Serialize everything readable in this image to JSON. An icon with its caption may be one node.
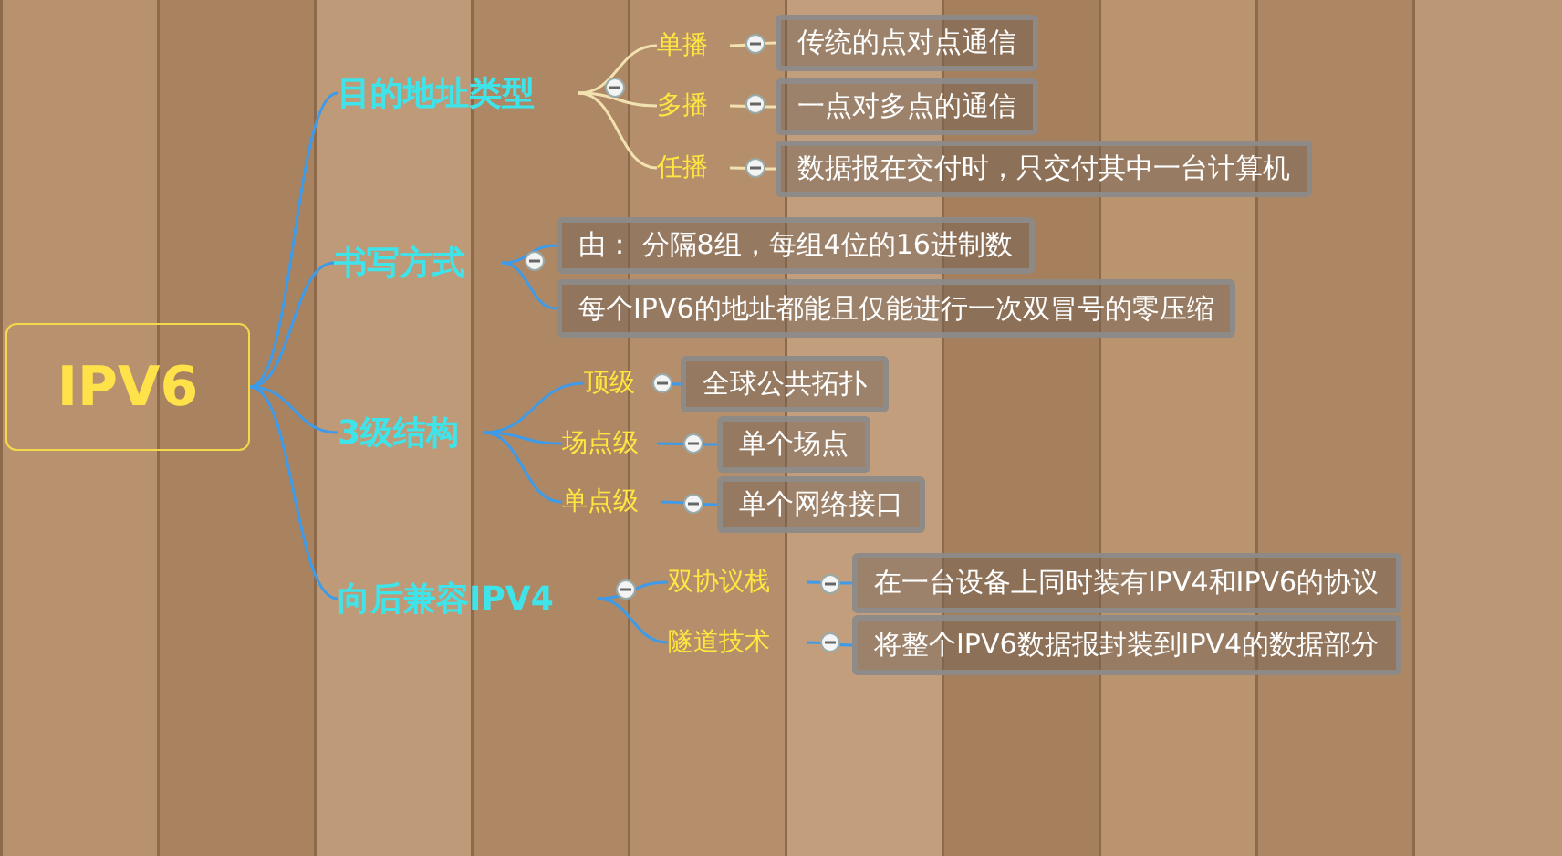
{
  "diagram": {
    "nodes": [
      {
        "text": [
          "IPV6"
        ]
      },
      {
        "text": [
          "目的地址类型"
        ]
      },
      {
        "text": [
          "单播"
        ]
      },
      {
        "text": [
          "传统的点对点通信"
        ]
      },
      {
        "text": [
          "多播"
        ]
      },
      {
        "text": [
          "一点对多点的通信"
        ]
      },
      {
        "text": [
          "任播"
        ]
      },
      {
        "text": [
          "数据报在交付时，只交付其中一台计算机"
        ]
      },
      {
        "text": [
          "书写方式"
        ]
      },
      {
        "text": [
          "由： 分隔8组，每组4位的16进制数"
        ]
      },
      {
        "text": [
          "每个IPV6的地址都能且仅能进行一次双冒号的零压缩"
        ]
      },
      {
        "text": [
          "3级结构"
        ]
      },
      {
        "text": [
          "顶级"
        ]
      },
      {
        "text": [
          "全球公共拓扑"
        ]
      },
      {
        "text": [
          "场点级"
        ]
      },
      {
        "text": [
          "单个场点"
        ]
      },
      {
        "text": [
          "单点级"
        ]
      },
      {
        "text": [
          "单个网络接口"
        ]
      },
      {
        "text": [
          "向后兼容IPV4"
        ]
      },
      {
        "text": [
          "双协议栈"
        ]
      },
      {
        "text": [
          "在一台设备上同时装有IPV4和IPV6的协议"
        ]
      },
      {
        "text": [
          "隧道技术"
        ]
      },
      {
        "text": [
          "将整个IPV6数据报封装到IPV4的数据部分"
        ]
      }
    ],
    "edges": [
      {
        "from": 0,
        "to": 1,
        "arrow": "none"
      },
      {
        "from": 0,
        "to": 8,
        "arrow": "none"
      },
      {
        "from": 0,
        "to": 11,
        "arrow": "none"
      },
      {
        "from": 0,
        "to": 18,
        "arrow": "none"
      },
      {
        "from": 1,
        "to": 2,
        "arrow": "none",
        "color": "#f2e2b0"
      },
      {
        "from": 1,
        "to": 4,
        "arrow": "none",
        "color": "#f2e2b0"
      },
      {
        "from": 1,
        "to": 6,
        "arrow": "none",
        "color": "#f2e2b0"
      },
      {
        "from": 2,
        "to": 3,
        "arrow": "none",
        "color": "#f2e2b0"
      },
      {
        "from": 4,
        "to": 5,
        "arrow": "none",
        "color": "#f2e2b0"
      },
      {
        "from": 6,
        "to": 7,
        "arrow": "none",
        "color": "#f2e2b0"
      },
      {
        "from": 8,
        "to": 9,
        "arrow": "none"
      },
      {
        "from": 8,
        "to": 10,
        "arrow": "none"
      },
      {
        "from": 11,
        "to": 12,
        "arrow": "none"
      },
      {
        "from": 11,
        "to": 14,
        "arrow": "none"
      },
      {
        "from": 11,
        "to": 16,
        "arrow": "none"
      },
      {
        "from": 12,
        "to": 13,
        "arrow": "none"
      },
      {
        "from": 14,
        "to": 15,
        "arrow": "none"
      },
      {
        "from": 16,
        "to": 17,
        "arrow": "none"
      },
      {
        "from": 18,
        "to": 19,
        "arrow": "none"
      },
      {
        "from": 18,
        "to": 21,
        "arrow": "none"
      },
      {
        "from": 19,
        "to": 20,
        "arrow": "none"
      },
      {
        "from": 21,
        "to": 22,
        "arrow": "none"
      }
    ]
  }
}
